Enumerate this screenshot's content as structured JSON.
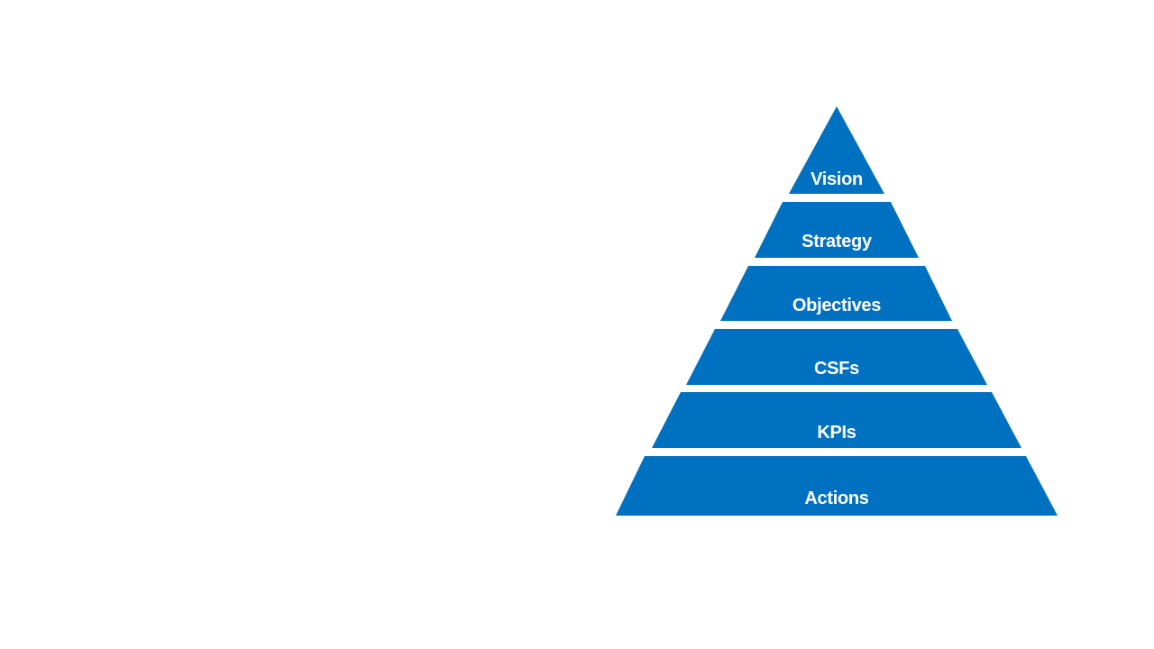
{
  "diagram": {
    "type": "pyramid",
    "fill_color": "#0070C0",
    "label_color": "#FFFFFF",
    "tiers": [
      {
        "label": "Vision"
      },
      {
        "label": "Strategy"
      },
      {
        "label": "Objectives"
      },
      {
        "label": "CSFs"
      },
      {
        "label": "KPIs"
      },
      {
        "label": "Actions"
      }
    ]
  }
}
